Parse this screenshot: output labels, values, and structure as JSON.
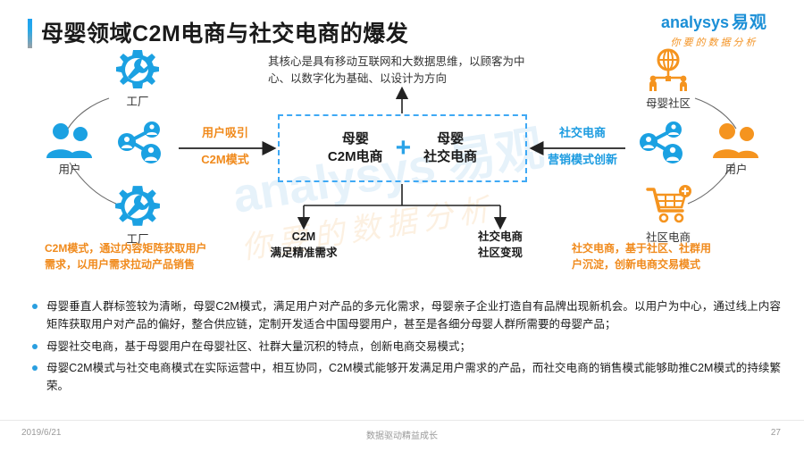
{
  "header": {
    "title": "母婴领域C2M电商与社交电商的爆发"
  },
  "logo": {
    "brand": "analysys",
    "brand_cn": "易观",
    "tagline": "你要的数据分析",
    "brand_color": "#1b8fd6",
    "tagline_color": "#f39324"
  },
  "watermark": {
    "line1": "analysys 易观",
    "line2": "你要的数据分析"
  },
  "diagram": {
    "core_text": "其核心是具有移动互联网和大数据思维，以顾客为中心、以数字化为基础、以设计为方向",
    "center_box": {
      "left_label": "母婴\nC2M电商",
      "left_line1": "母婴",
      "left_line2": "C2M电商",
      "plus": "+",
      "right_line1": "母婴",
      "right_line2": "社交电商",
      "border_color": "#3fa9f5"
    },
    "left": {
      "user_label": "用户",
      "factory_top_label": "工厂",
      "factory_bottom_label": "工厂",
      "arrow_label_1": "用户吸引",
      "arrow_label_2": "C2M模式",
      "callout": "C2M模式，通过内容矩阵获取用户\n需求，以用户需求拉动产品销售",
      "callout_line1": "C2M模式，通过内容矩阵获取用户",
      "callout_line2": "需求，以用户需求拉动产品销售",
      "accent_color": "#1ba1e2"
    },
    "right": {
      "community_label": "母婴社区",
      "user_label": "用户",
      "commerce_label": "社区电商",
      "arrow_label_1": "社交电商",
      "arrow_label_2": "营销模式创新",
      "callout_line1": "社交电商，基于社区、社群用",
      "callout_line2": "户沉淀，创新电商交易模式",
      "accent_color": "#f5941f"
    },
    "bottom_left_label_line1": "C2M",
    "bottom_left_label_line2": "满足精准需求",
    "bottom_right_label_line1": "社交电商",
    "bottom_right_label_line2": "社区变现"
  },
  "bullets": [
    "母婴垂直人群标签较为清晰，母婴C2M模式，满足用户对产品的多元化需求，母婴亲子企业打造自有品牌出现新机会。以用户为中心，通过线上内容矩阵获取用户对产品的偏好，整合供应链，定制开发适合中国母婴用户，甚至是各细分母婴人群所需要的母婴产品；",
    "母婴社交电商，基于母婴用户在母婴社区、社群大量沉积的特点，创新电商交易模式；",
    "母婴C2M模式与社交电商模式在实际运营中，相互协同，C2M模式能够开发满足用户需求的产品，而社交电商的销售模式能够助推C2M模式的持续繁荣。"
  ],
  "footer": {
    "date": "2019/6/21",
    "center": "数据驱动精益成长",
    "page": "27"
  }
}
